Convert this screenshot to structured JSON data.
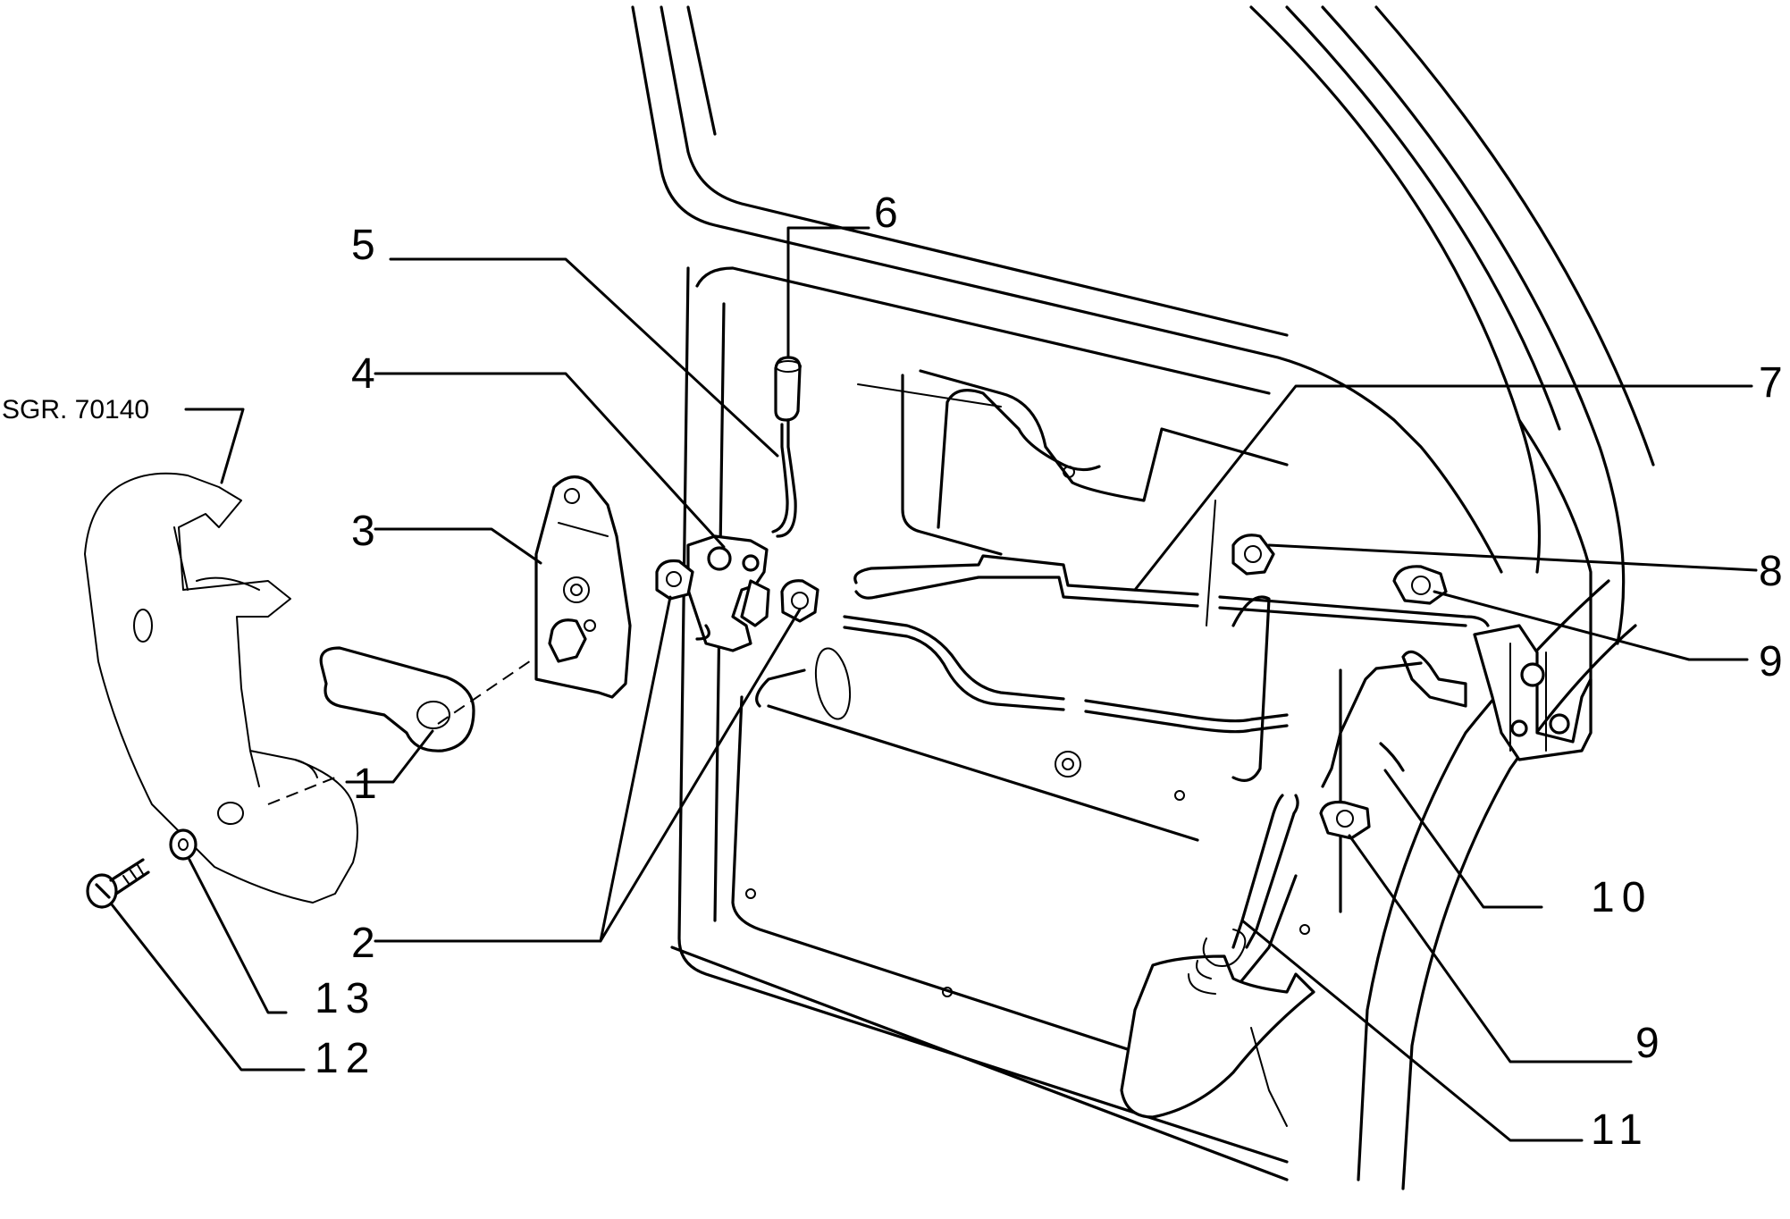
{
  "reference_label": "SGR. 70140",
  "callouts": {
    "c1": "1",
    "c2": "2",
    "c3": "3",
    "c4": "4",
    "c5": "5",
    "c6": "6",
    "c7": "7",
    "c8": "8",
    "c9a": "9",
    "c9b": "9",
    "c10": "10",
    "c11": "11",
    "c12": "12",
    "c13": "13"
  }
}
